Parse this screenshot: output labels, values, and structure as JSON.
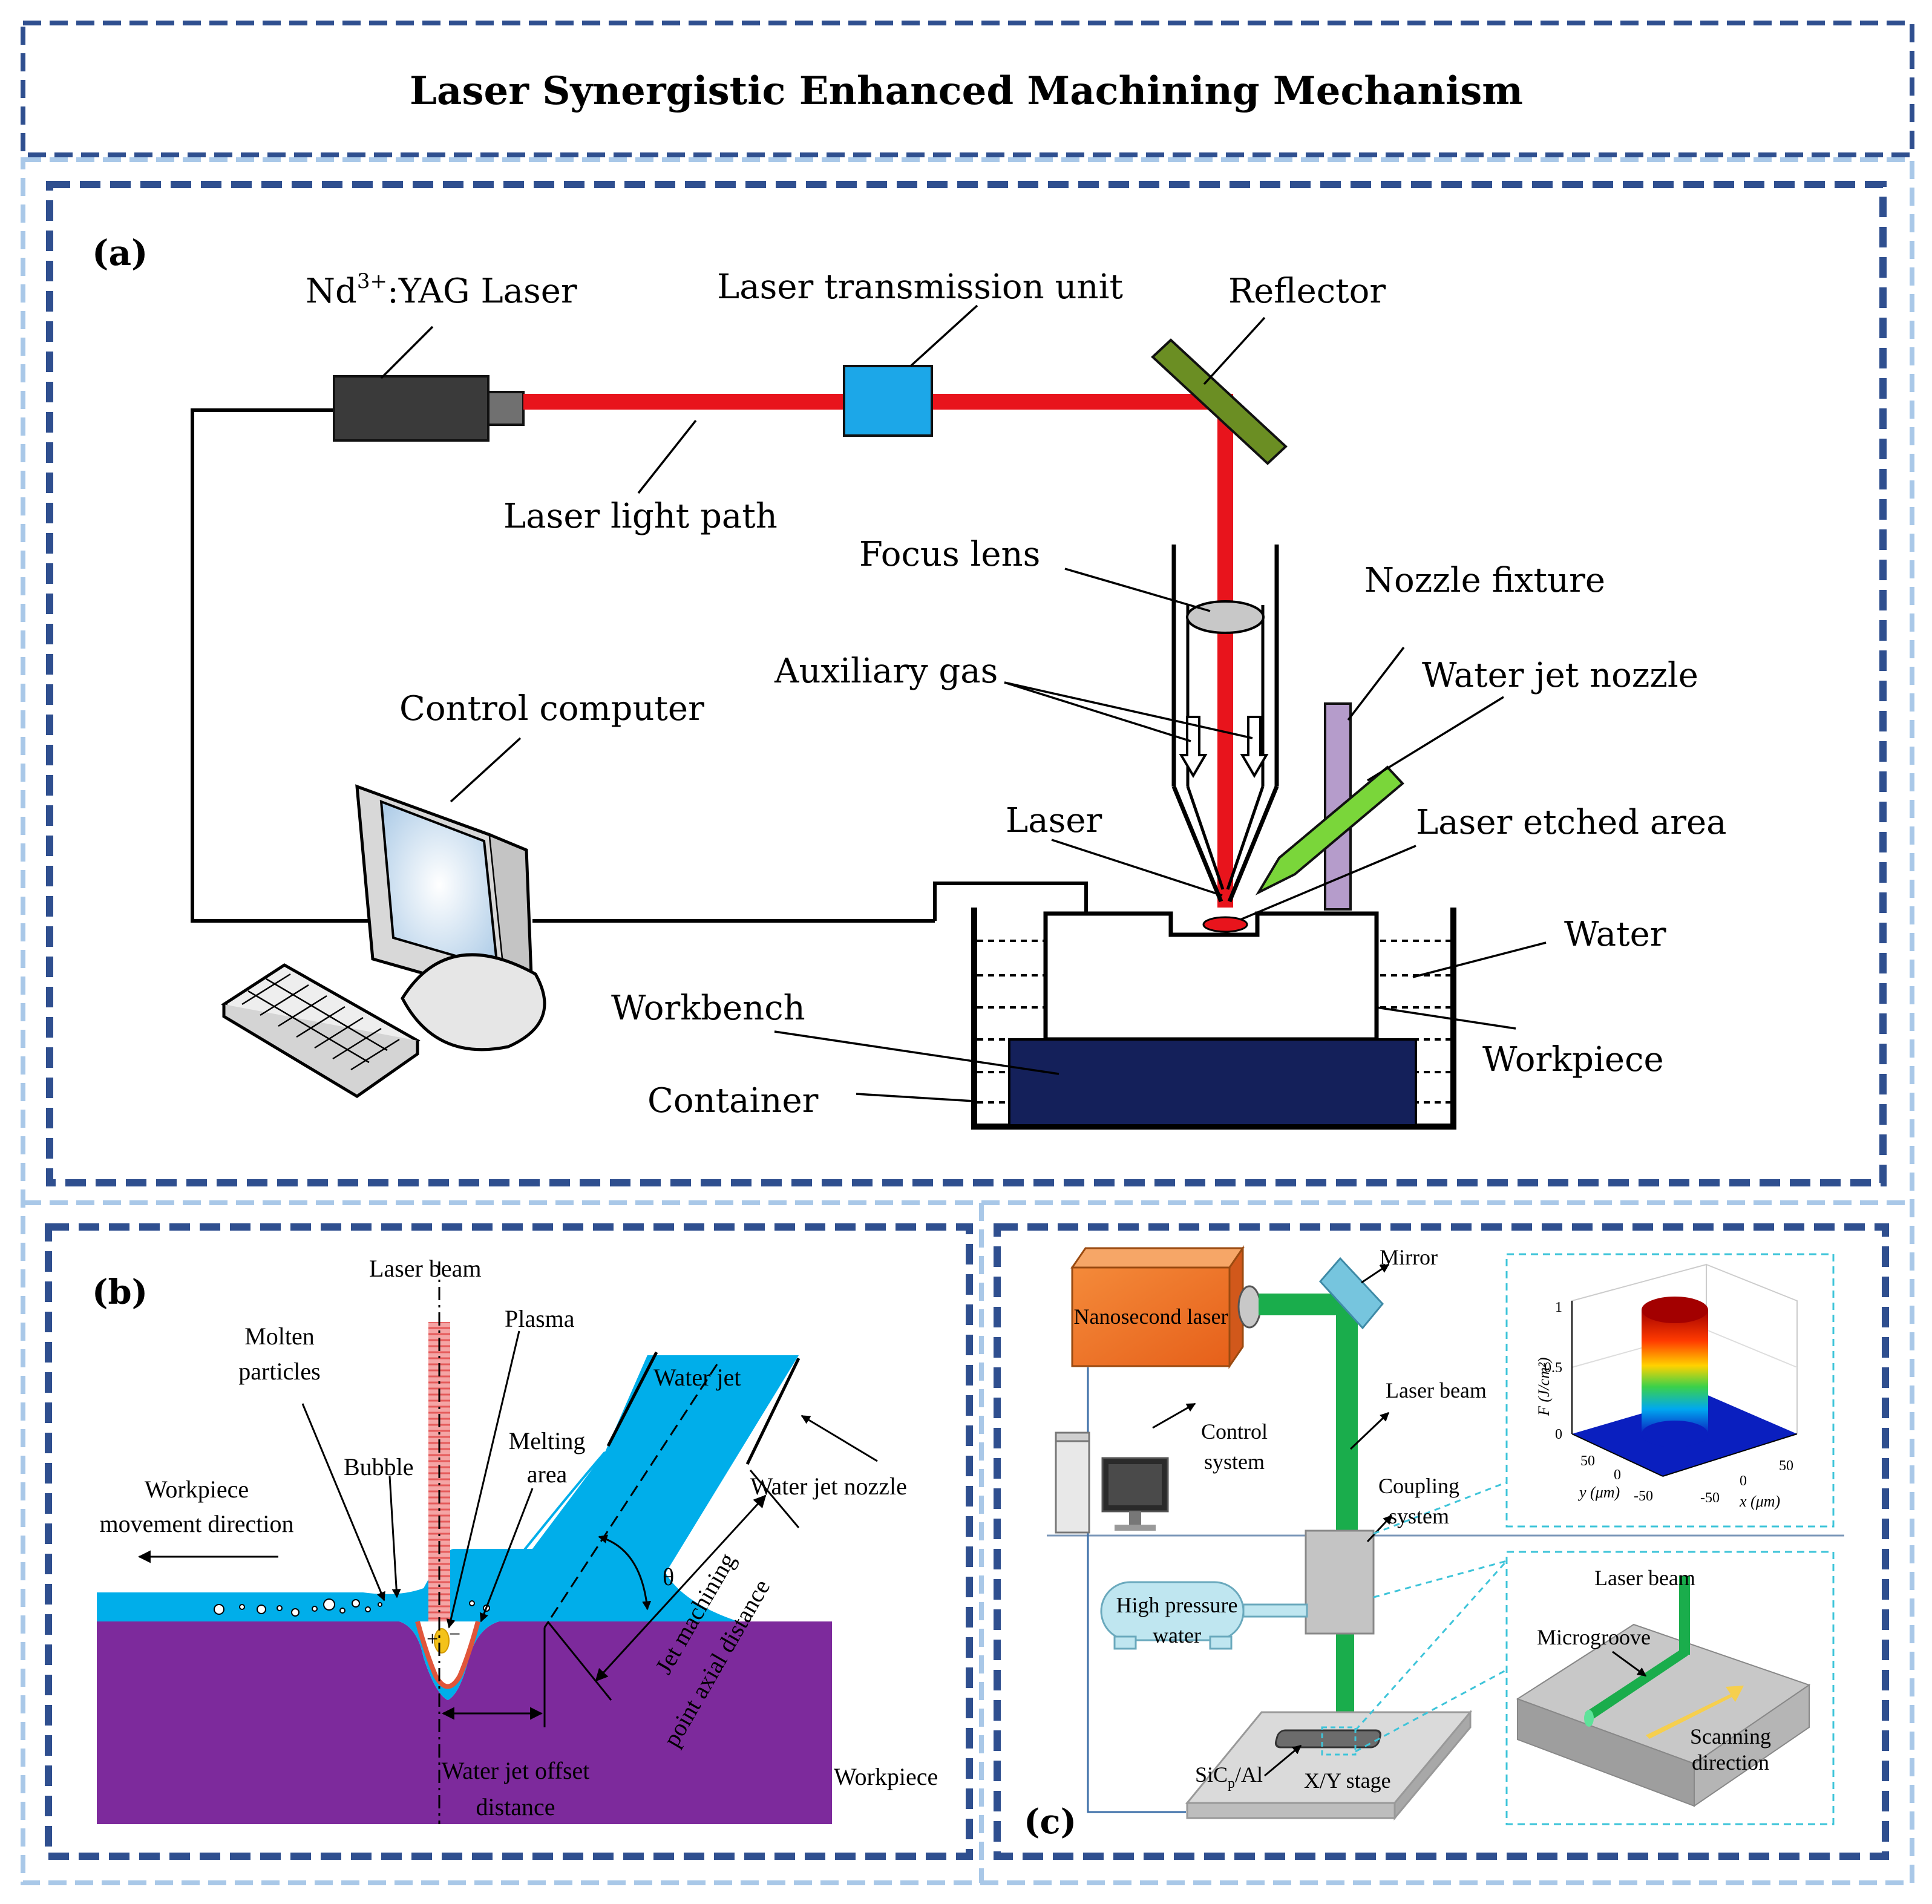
{
  "title": "Laser Synergistic Enhanced Machining Mechanism",
  "panel_a": {
    "tag": "(a)",
    "laser_label_prefix": "Nd",
    "laser_label_sup": "3+",
    "laser_label_suffix": ":YAG Laser",
    "transmission_unit": "Laser transmission unit",
    "reflector": "Reflector",
    "light_path": "Laser light path",
    "focus_lens": "Focus lens",
    "nozzle_fixture": "Nozzle fixture",
    "auxiliary_gas": "Auxiliary gas",
    "water_jet_nozzle": "Water jet nozzle",
    "control_computer": "Control computer",
    "laser": "Laser",
    "laser_etched_area": "Laser etched area",
    "water": "Water",
    "workbench": "Workbench",
    "workpiece": "Workpiece",
    "container": "Container"
  },
  "panel_b": {
    "tag": "(b)",
    "laser_beam": "Laser beam",
    "plasma": "Plasma",
    "molten_line1": "Molten",
    "molten_line2": "particles",
    "water_jet": "Water jet",
    "melting_line1": "Melting",
    "melting_line2": "area",
    "bubble": "Bubble",
    "move_line1": "Workpiece",
    "move_line2": "movement direction",
    "water_jet_nozzle": "Water jet nozzle",
    "theta": "θ",
    "axial_line1": "Jet machining",
    "axial_line2": "point axial distance",
    "offset_line1": "Water jet offset",
    "offset_line2": "distance",
    "workpiece": "Workpiece"
  },
  "panel_c": {
    "tag": "(c)",
    "nanosecond_laser": "Nanosecond laser",
    "mirror": "Mirror",
    "laser_beam": "Laser beam",
    "control_line1": "Control",
    "control_line2": "system",
    "coupling_line1": "Coupling",
    "coupling_line2": "system",
    "hp_line1": "High pressure",
    "hp_line2": "water",
    "sicp_prefix": "SiC",
    "sicp_sub": "p",
    "sicp_suffix": "/Al",
    "xy_stage": "X/Y stage",
    "inset_laser_beam": "Laser beam",
    "microgroove": "Microgroove",
    "scan_line1": "Scanning",
    "scan_line2": "direction",
    "plot_z_label": "F (J/cm²)",
    "plot_y_label": "y (μm)",
    "plot_x_label": "x (μm)",
    "z_ticks": [
      "1",
      "0.5",
      "0"
    ],
    "y_ticks": [
      "50",
      "0",
      "-50"
    ],
    "x_ticks": [
      "-50",
      "0",
      "50"
    ]
  },
  "colors": {
    "dark_dash": "#2f4f8f",
    "light_dash": "#a9c8e8",
    "laser_red": "#e8141c",
    "transmission_blue": "#1ca7e8",
    "reflector_green": "#6b8e23",
    "nozzle_green": "#7ad63a",
    "fixture_purple": "#b59ccb",
    "workbench_navy": "#14205a",
    "water_blue": "#00aeea",
    "workpiece_purple": "#7d2a9c",
    "laser_orange": "#f07a28",
    "beam_green": "#1aad4c"
  }
}
